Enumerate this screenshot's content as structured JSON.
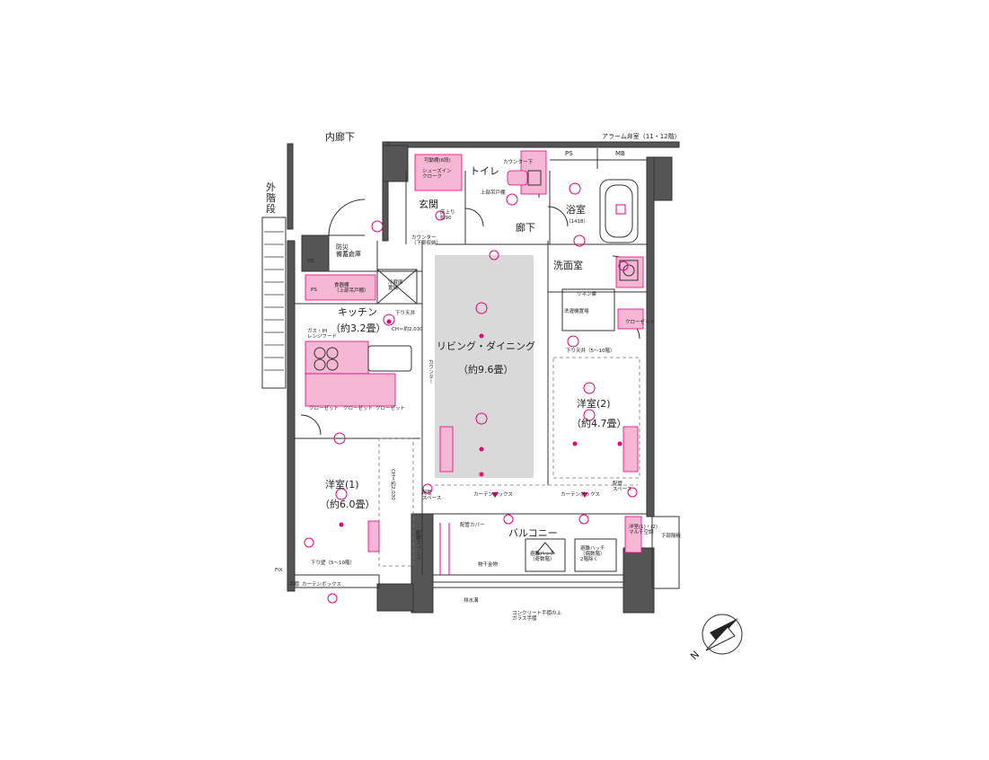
{
  "labels": {
    "inner_corridor": "内廊下",
    "exterior_stairs": "外\n階\n段",
    "alarm_valve": "アラーム弁室（11・12階）",
    "ps": "PS",
    "mb": "MB",
    "ds": "DS",
    "movable_shelf": "可動棚(6段)",
    "shoe_closet": "シューズイン\nクローク",
    "counter_below": "カウンター下",
    "toilet": "トイレ",
    "upper_cabinet": "上部吊戸棚",
    "entrance": "玄関",
    "step": "床上り\n約90",
    "counter_storage": "カウンター\n（下部収納）",
    "hallway": "廊下",
    "bathroom": "浴室",
    "bathroom_size": "（1418）",
    "disaster_storage": "防災\n備蓄倉庫",
    "fridge_space": "冷蔵庫\n置場",
    "washing_room": "洗面室",
    "cupboard": "食器棚\n（上部吊戸棚）",
    "linen_cabinet": "リネン庫",
    "washer_space": "洗濯機置場",
    "kitchen": "キッチン",
    "kitchen_size": "（約3.2畳）",
    "lowered_ceiling": "下り天井",
    "ceiling_height": "CH＝約2,030",
    "gas_range": "ガス・IH\nレンジフード",
    "living_dining": "リビング・ダイニング",
    "living_size": "（約9.6畳）",
    "counter": "カウンター",
    "closet": "クローゼット",
    "western_room_2": "洋室(2)",
    "western_room_2_size": "（約4.7畳）",
    "lowered_ceiling_floors": "下り天井（5～10階）",
    "western_room_1": "洋室(1)",
    "western_room_1_size": "（約6.0畳）",
    "curtain_box": "カーテンボックス",
    "pipe_space": "配管\nスペース",
    "pipe_space_v": "配管スペース",
    "pipe_cover": "配管カバー",
    "balcony": "バルコニー",
    "drying_rack": "物干金物",
    "evac_hatch": "避難ハッチ\n（奇数階）",
    "evac_ladder": "避難ハッチ\n（偶数階）\n2階除く",
    "drain": "排水溝",
    "railing_note": "コンクリート手摺の上\nガラス手摺",
    "multi_unit": "洋室(1)・(2)\nマルチ空調",
    "partition": "下部隔板",
    "lowered_wall": "下り壁（5～10階）",
    "fix": "FIX",
    "handrail": "手摺",
    "tall_ceiling": "CH＝約2,030",
    "north": "N"
  },
  "colors": {
    "accent": "#e6007e",
    "pink_fill": "#f6b7d4",
    "wall": "#555555",
    "living_fill": "#d9d9d9"
  }
}
